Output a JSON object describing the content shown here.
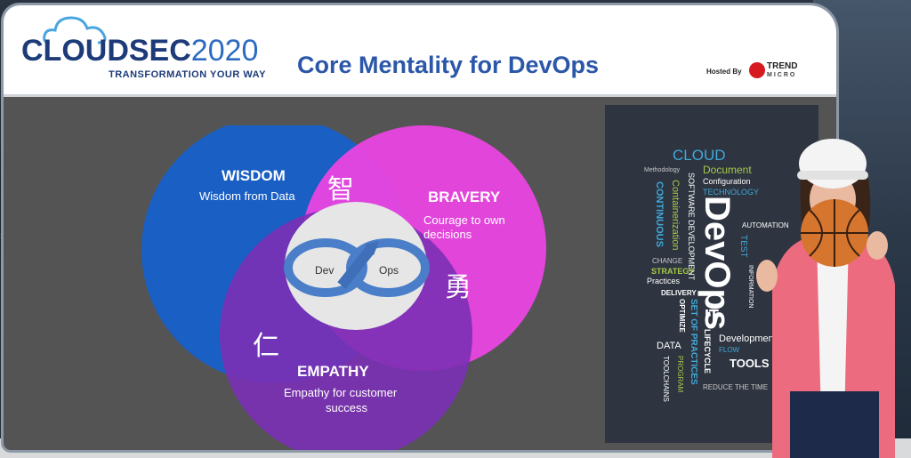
{
  "header": {
    "logo_main": "CLOUDSEC",
    "logo_year": "2020",
    "logo_tagline": "TRANSFORMATION YOUR WAY",
    "title": "Core Mentality for DevOps",
    "hosted_by": "Hosted By",
    "host_name": "TREND",
    "host_sub": "MICRO"
  },
  "venn": {
    "wisdom": {
      "title": "WISDOM",
      "subtitle": "Wisdom from Data",
      "char": "智",
      "color": "#1a5fc4"
    },
    "bravery": {
      "title": "BRAVERY",
      "subtitle_1": "Courage to own",
      "subtitle_2": "decisions",
      "char": "勇",
      "color": "#ea45e0"
    },
    "empathy": {
      "title": "EMPATHY",
      "subtitle_1": "Empathy for customer",
      "subtitle_2": "success",
      "char": "仁",
      "color": "#7b30b5"
    },
    "center": {
      "left": "Dev",
      "right": "Ops"
    }
  },
  "wordcloud": {
    "words": [
      {
        "text": "CLOUD",
        "color": "#3fa9d9"
      },
      {
        "text": "Methodology",
        "color": "#c8c8c8"
      },
      {
        "text": "Document",
        "color": "#a7c94a"
      },
      {
        "text": "Configuration",
        "color": "#ffffff"
      },
      {
        "text": "TECHNOLOGY",
        "color": "#3fa9d9"
      },
      {
        "text": "CONTINUOUS",
        "color": "#3fa9d9"
      },
      {
        "text": "Containerization",
        "color": "#a7c94a"
      },
      {
        "text": "SOFTWARE DEVELOPMENT",
        "color": "#ffffff"
      },
      {
        "text": "DevOps",
        "color": "#ffffff"
      },
      {
        "text": "AUTOMATION",
        "color": "#ffffff"
      },
      {
        "text": "TEST",
        "color": "#3fa9d9"
      },
      {
        "text": "INFORMATION",
        "color": "#ffffff"
      },
      {
        "text": "CHANGE",
        "color": "#c8c8c8"
      },
      {
        "text": "STRATEGY",
        "color": "#a7c94a"
      },
      {
        "text": "Practices",
        "color": "#ffffff"
      },
      {
        "text": "DELIVERY",
        "color": "#ffffff"
      },
      {
        "text": "OPTIMIZE",
        "color": "#ffffff"
      },
      {
        "text": "SET OF PRACTICES",
        "color": "#3fa9d9"
      },
      {
        "text": "IT",
        "color": "#ffffff"
      },
      {
        "text": "LIFECYCLE",
        "color": "#ffffff"
      },
      {
        "text": "Development",
        "color": "#ffffff"
      },
      {
        "text": "FLOW",
        "color": "#3fa9d9"
      },
      {
        "text": "DATA",
        "color": "#ffffff"
      },
      {
        "text": "PROGRAM",
        "color": "#a7c94a"
      },
      {
        "text": "TOOLS",
        "color": "#ffffff"
      },
      {
        "text": "TOOLCHAINS",
        "color": "#ffffff"
      },
      {
        "text": "REDUCE THE TIME",
        "color": "#c8c8c8"
      }
    ]
  }
}
